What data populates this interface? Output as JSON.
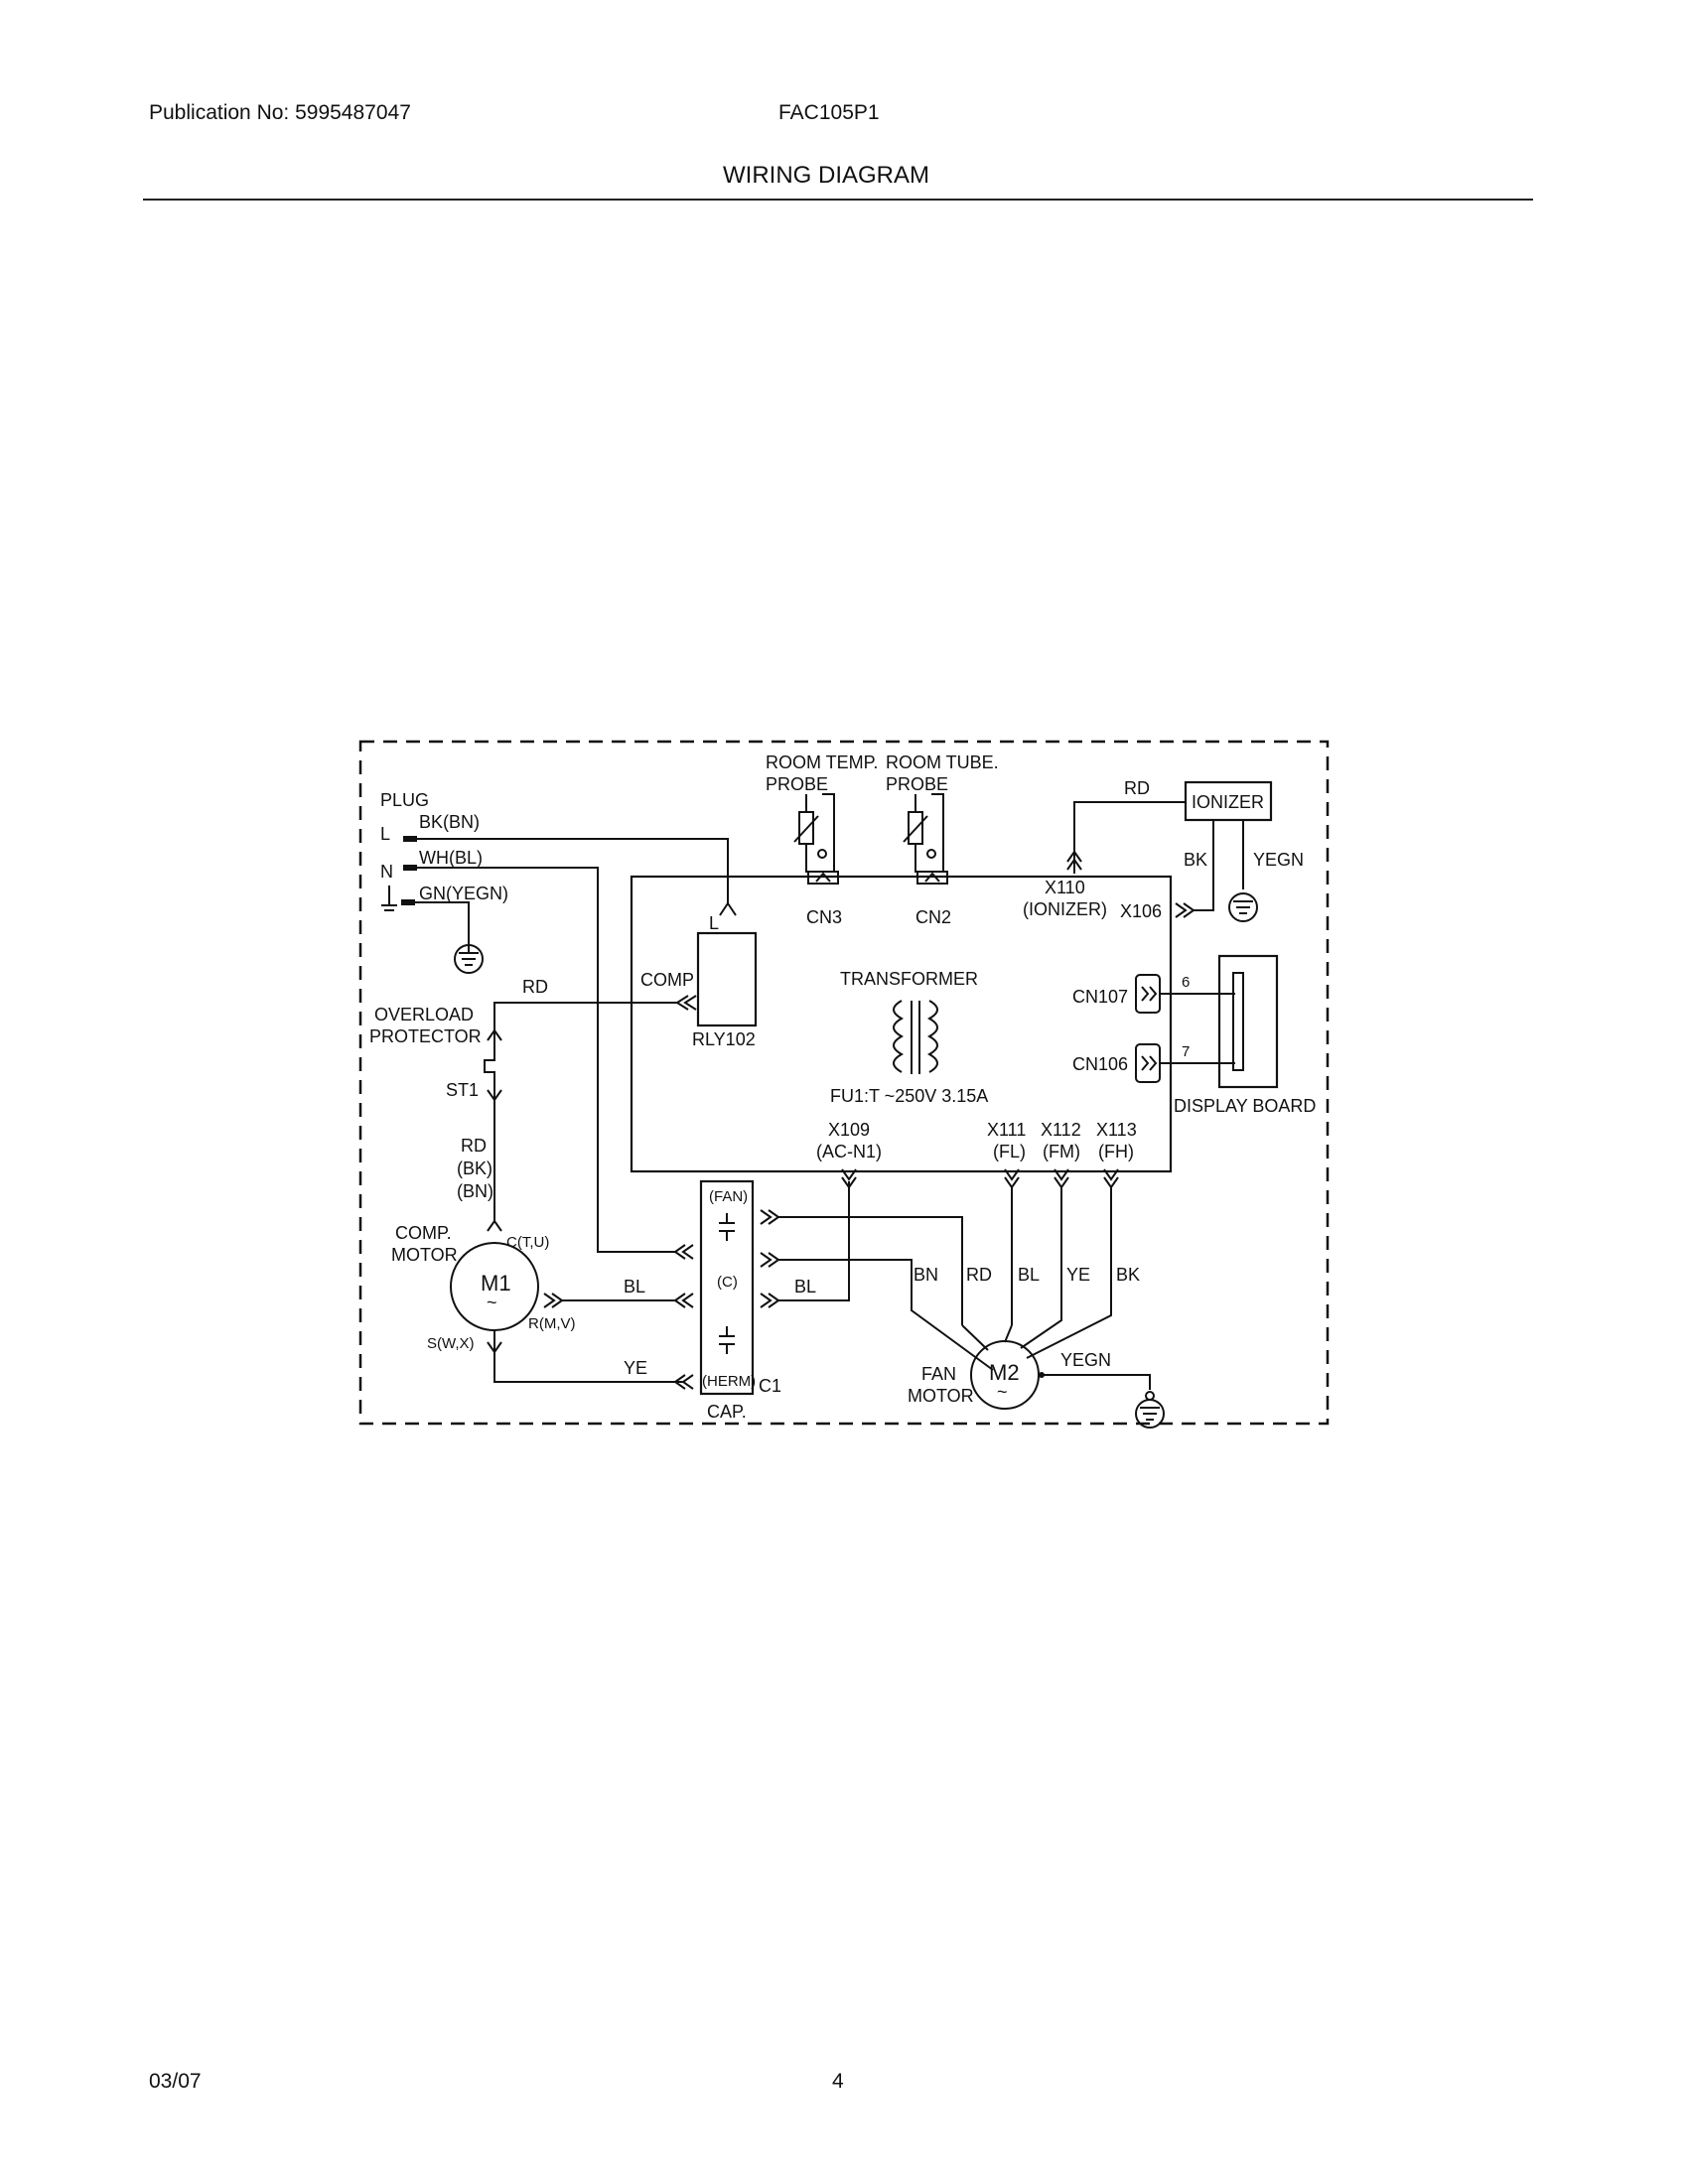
{
  "header": {
    "publication": "Publication No: 5995487047",
    "model": "FAC105P1",
    "title": "WIRING DIAGRAM"
  },
  "footer": {
    "date": "03/07",
    "page": "4"
  },
  "diagram": {
    "plug": "PLUG",
    "line_l": "L",
    "line_n": "N",
    "wire_bk_bn": "BK(BN)",
    "wire_wh_bl": "WH(BL)",
    "wire_gn_yegn": "GN(YEGN)",
    "room_temp_probe": [
      "ROOM TEMP.",
      "PROBE"
    ],
    "room_tube_probe": [
      "ROOM TUBE.",
      "PROBE"
    ],
    "cn3": "CN3",
    "cn2": "CN2",
    "rd_top": "RD",
    "ionizer": "IONIZER",
    "bk_ion": "BK",
    "yegn_ion": "YEGN",
    "x110": [
      "X110",
      "(IONIZER)"
    ],
    "x106": "X106",
    "l_term": "L",
    "comp": "COMP",
    "rd_comp": "RD",
    "rly102": "RLY102",
    "transformer": "TRANSFORMER",
    "fuse": "FU1:T ~250V 3.15A",
    "cn107": "CN107",
    "cn106": "CN106",
    "pin6": "6",
    "pin7": "7",
    "display_board": "DISPLAY BOARD",
    "overload": [
      "OVERLOAD",
      "PROTECTOR"
    ],
    "st1": "ST1",
    "rd_bk_bn": [
      "RD",
      "(BK)",
      "(BN)"
    ],
    "x109": [
      "X109",
      "(AC-N1)"
    ],
    "x111": [
      "X111",
      "(FL)"
    ],
    "x112": [
      "X112",
      "(FM)"
    ],
    "x113": [
      "X113",
      "(FH)"
    ],
    "comp_motor": [
      "COMP.",
      "MOTOR"
    ],
    "ctu": "C(T,U)",
    "m1": "M1",
    "rmv": "R(M,V)",
    "swx": "S(W,X)",
    "bl1": "BL",
    "bl2": "BL",
    "ye": "YE",
    "cap_fan": "(FAN)",
    "cap_c": "(C)",
    "cap_herm": "(HERM)",
    "c1": "C1",
    "cap": "CAP.",
    "fan_wires": [
      "BN",
      "RD",
      "BL",
      "YE",
      "BK"
    ],
    "m2": "M2",
    "fan_motor": [
      "FAN",
      "MOTOR"
    ],
    "yegn_fan": "YEGN",
    "tilde": "~"
  }
}
